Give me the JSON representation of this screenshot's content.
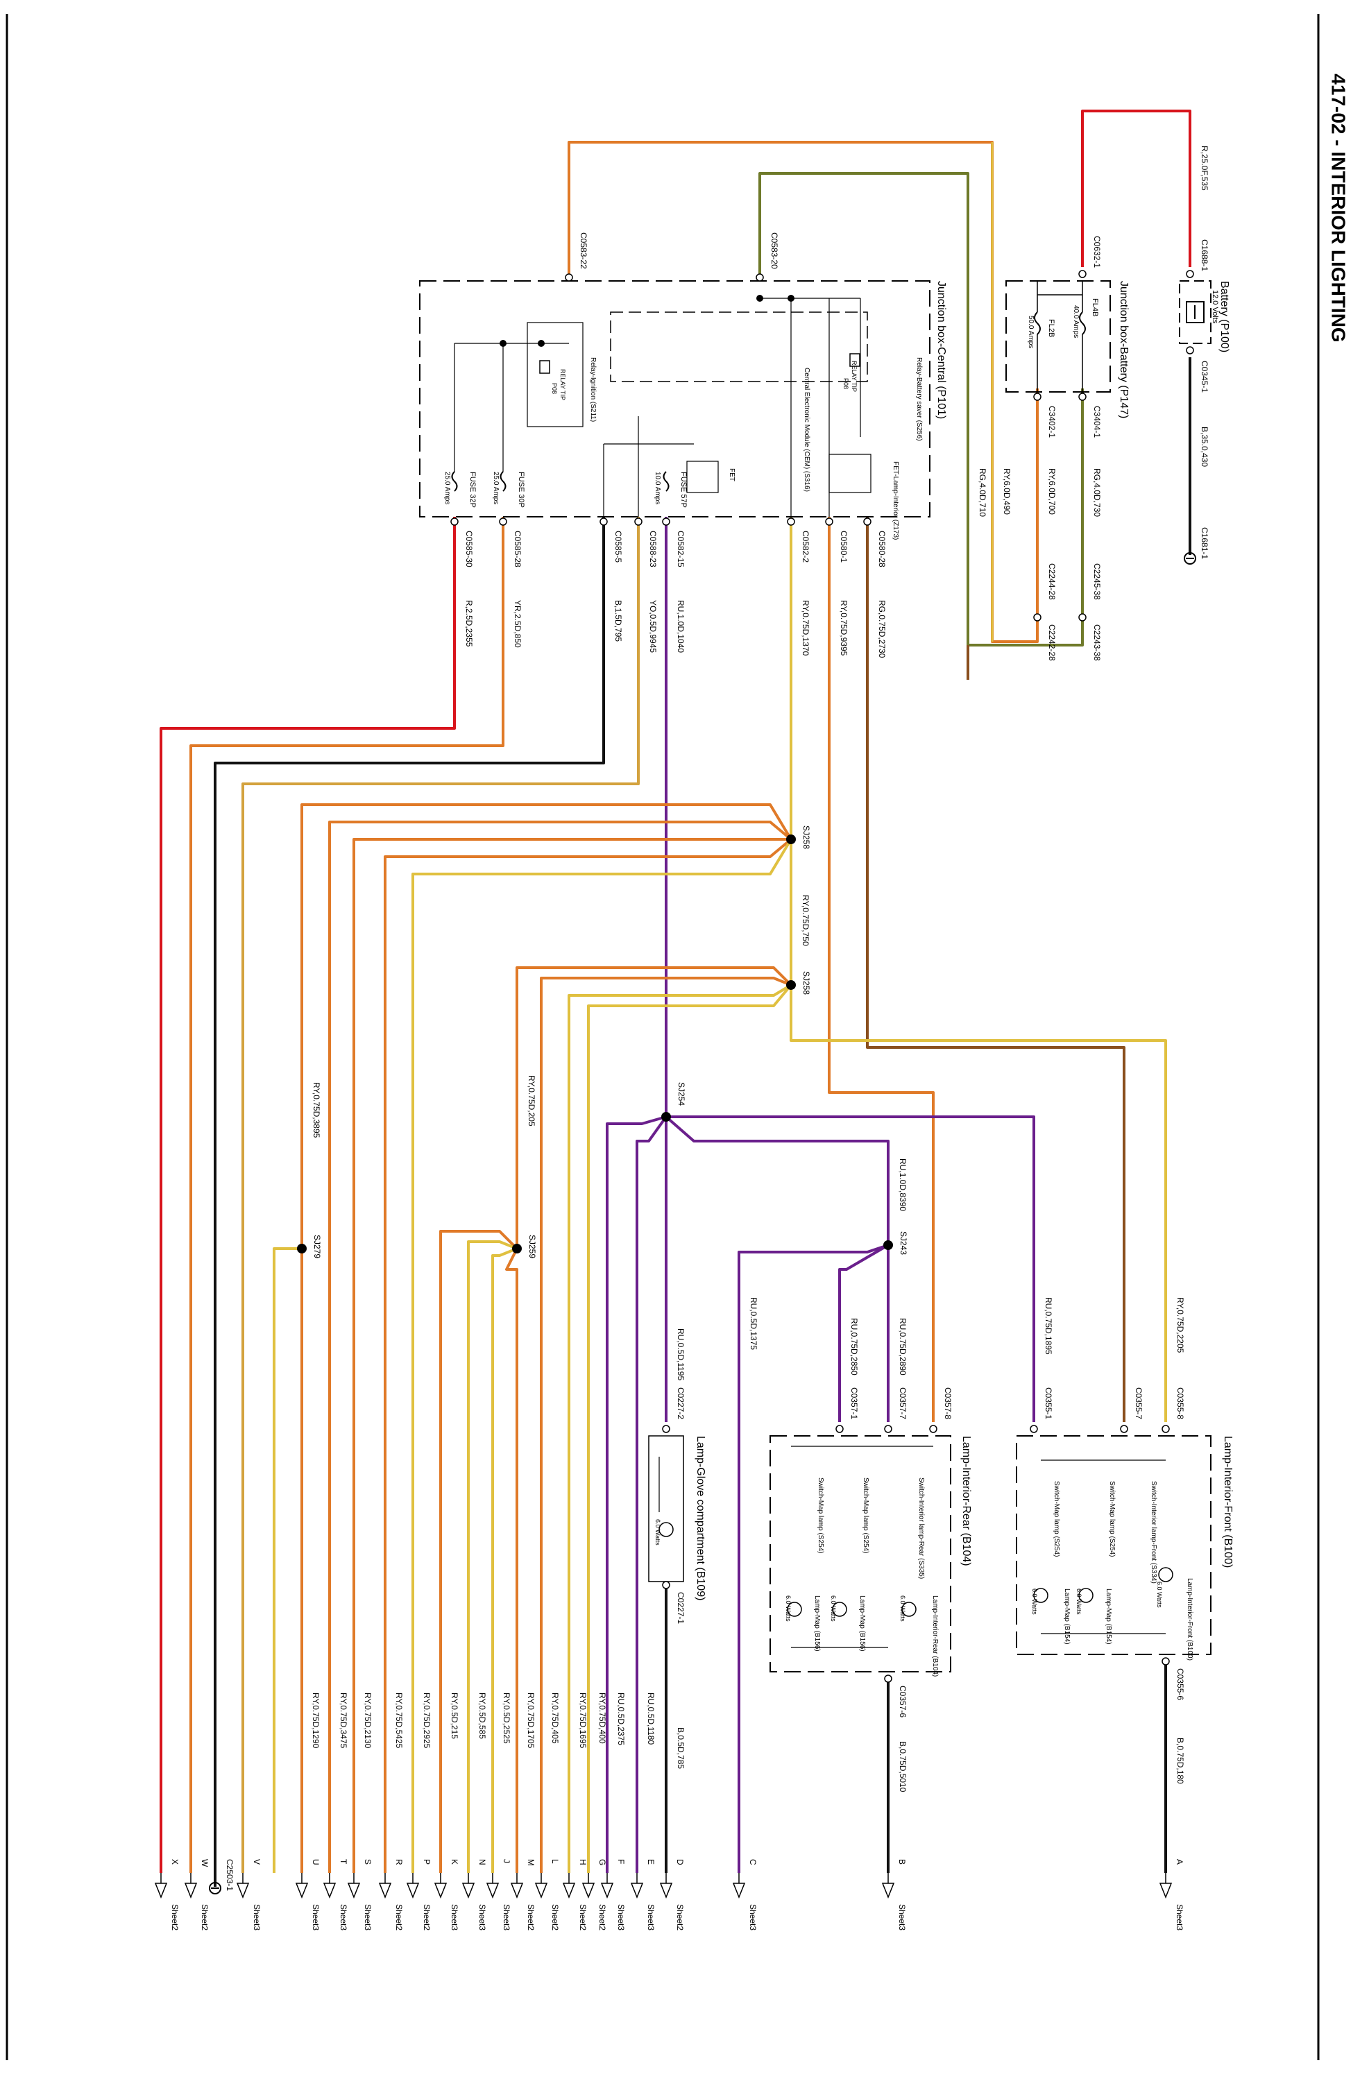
{
  "title": "417-02 - INTERIOR LIGHTING",
  "colors": {
    "red": "#d8141c",
    "orange": "#e07a28",
    "yellow": "#e0c040",
    "tan": "#d3a23e",
    "brown": "#8a4f1e",
    "green": "#6f7a2a",
    "purple": "#6a1f8c",
    "black": "#111111",
    "gray": "#333333"
  },
  "components": {
    "battery": {
      "name": "Battery (P100)",
      "voltage": "12.0 Volts"
    },
    "jb_battery": {
      "name": "Junction box-Battery (P147)",
      "fl4b": "FL4B",
      "fl4b_amps": "40.0 Amps",
      "fl2b": "FL2B",
      "fl2b_amps": "50.0 Amps"
    },
    "jb_central": {
      "name": "Junction box-Central (P101)",
      "relay_battery_saver": "Relay-Battery saver (S256)",
      "cem": "Central Electronic Module (CEM) (S316)",
      "relay_tip_1": "RELAY TIP",
      "relay_tip_1b": "P08",
      "relay_ignition": "Relay-Ignition (S211)",
      "relay_tip_2": "RELAY TIP",
      "relay_tip_2b": "P08",
      "fet_lamp": "FET-Lamp-Interior (Z173)",
      "fet": "FET",
      "fuse57p": "FUSE 57P",
      "fuse57p_amps": "10.0 Amps",
      "fuse30p": "FUSE 30P",
      "fuse30p_amps": "25.0 Amps",
      "fuse32p": "FUSE 32P",
      "fuse32p_amps": "25.0 Amps"
    },
    "lamp_front": {
      "name": "Lamp-Interior-Front (B100)",
      "switch_interior": "Switch-Interior lamp-Front (S334)",
      "switch_map1": "Switch-Map lamp (S254)",
      "switch_map2": "Switch-Map lamp (S254)",
      "lamp_interior": "Lamp-Interior-Front (B100)",
      "lamp_interior_w": "6.0 Watts",
      "lamp_map1": "Lamp-Map (B154)",
      "lamp_map1_w": "6.0 Watts",
      "lamp_map2": "Lamp-Map (B154)",
      "lamp_map2_w": "6.0 Watts"
    },
    "lamp_rear": {
      "name": "Lamp-Interior-Rear (B104)",
      "switch_interior": "Switch-Interior lamp-Rear (S335)",
      "switch_map1": "Switch-Map lamp (S254)",
      "switch_map2": "Switch-Map lamp (S254)",
      "lamp_interior": "Lamp-Interior-Rear (B104)",
      "lamp_interior_w": "6.0 Watts",
      "lamp_map1": "Lamp-Map (B156)",
      "lamp_map1_w": "6.0 Watts",
      "lamp_map2": "Lamp-Map (B156)",
      "lamp_map2_w": "6.0 Watts"
    },
    "lamp_glove": {
      "name": "Lamp-Glove compartment (B109)",
      "watts": "6.0 Watts"
    }
  },
  "connectors": {
    "c1688_1": "C1688-1",
    "c0345_1": "C0345-1",
    "c1681_1": "C1681-1",
    "c0632_1": "C0632-1",
    "c3404_1": "C3404-1",
    "c3402_1": "C3402-1",
    "c2243_38": "C2243-38",
    "c2245_38": "C2245-38",
    "c2244_28": "C2244-28",
    "c2242_28": "C2242-28",
    "c0583_22": "C0583-22",
    "c0583_20": "C0583-20",
    "c0580_28": "C0580-28",
    "c0580_1": "C0580-1",
    "c0582_2": "C0582-2",
    "c0582_15": "C0582-15",
    "c0588_23": "C0588-23",
    "c0585_5": "C0585-5",
    "c0585_28": "C0585-28",
    "c0585_30": "C0585-30",
    "c0355_8": "C0355-8",
    "c0355_7": "C0355-7",
    "c0355_1": "C0355-1",
    "c0355_6": "C0355-6",
    "c0357_8": "C0357-8",
    "c0357_7": "C0357-7",
    "c0357_1": "C0357-1",
    "c0357_6": "C0357-6",
    "c0227_2": "C0227-2",
    "c0227_1": "C0227-1",
    "c2503_1": "C2503-1"
  },
  "splices": {
    "sj258a": "SJ258",
    "sj258b": "SJ258",
    "sj254": "SJ254",
    "sj243": "SJ243",
    "sj279": "SJ279",
    "sj259": "SJ259"
  },
  "wires": {
    "w_r535": "R,25.0F,535",
    "w_b430": "B,35.0,430",
    "w_rg730": "RG,4.0D,730",
    "w_ry700": "RY,6.0D,700",
    "w_ry490": "RY,6.0D,490",
    "w_rg710": "RG,4.0D,710",
    "w_rg2730": "RG,0.75D,2730",
    "w_ry9395": "RY,0.75D,9395",
    "w_ry1370": "RY,0.75D,1370",
    "w_ru1040": "RU,1.0D,1040",
    "w_yo9945": "YO,0.5D,9945",
    "w_b795": "B,1.5D,795",
    "w_yr850": "YR,2.5D,850",
    "w_r2355": "R,2.5D,2355",
    "w_ry750": "RY,0.75D,750",
    "w_ry3895": "RY,0.75D,3895",
    "w_ry205": "RY,0.75D,205",
    "w_ru8390": "RU,1.0D,8390",
    "w_ry2205": "RY,0.75D,2205",
    "w_ru1895": "RU,0.75D,1895",
    "w_ru2890": "RU,0.75D,2890",
    "w_ru2850": "RU,0.75D,2850",
    "w_ru1375": "RU,0.5D,1375",
    "w_ru1195": "RU,0.5D,1195",
    "w_b180": "B,0.75D,180",
    "w_b5010": "B,0.75D,5010",
    "w_b785": "B,0.5D,785"
  },
  "outputs": [
    {
      "letter": "A",
      "wire": "",
      "sheet": "Sheet3"
    },
    {
      "letter": "B",
      "wire": "",
      "sheet": "Sheet3"
    },
    {
      "letter": "C",
      "wire": "",
      "sheet": "Sheet3"
    },
    {
      "letter": "D",
      "wire": "",
      "sheet": "Sheet2"
    },
    {
      "letter": "E",
      "wire": "RU,0.5D,1180",
      "sheet": "Sheet3"
    },
    {
      "letter": "F",
      "wire": "RU,0.5D,2375",
      "sheet": "Sheet3"
    },
    {
      "letter": "G",
      "wire": "RY,0.75D,400",
      "sheet": "Sheet2"
    },
    {
      "letter": "H",
      "wire": "RY,0.75D,1695",
      "sheet": "Sheet2"
    },
    {
      "letter": "L",
      "wire": "RY,0.75D,405",
      "sheet": "Sheet2"
    },
    {
      "letter": "M",
      "wire": "RY,0.75D,1705",
      "sheet": "Sheet2"
    },
    {
      "letter": "J",
      "wire": "RY,0.5D,2525",
      "sheet": "Sheet3"
    },
    {
      "letter": "N",
      "wire": "RY,0.5D,585",
      "sheet": "Sheet3"
    },
    {
      "letter": "K",
      "wire": "RY,0.5D,215",
      "sheet": "Sheet3"
    },
    {
      "letter": "P",
      "wire": "RY,0.75D,2925",
      "sheet": "Sheet2"
    },
    {
      "letter": "R",
      "wire": "RY,0.75D,5425",
      "sheet": "Sheet2"
    },
    {
      "letter": "S",
      "wire": "RY,0.75D,2130",
      "sheet": "Sheet3"
    },
    {
      "letter": "T",
      "wire": "RY,0.75D,3475",
      "sheet": "Sheet3"
    },
    {
      "letter": "U",
      "wire": "RY,0.75D,1290",
      "sheet": "Sheet3"
    },
    {
      "letter": "V",
      "wire": "",
      "sheet": "Sheet3"
    },
    {
      "letter": "W",
      "wire": "",
      "sheet": "Sheet2"
    },
    {
      "letter": "X",
      "wire": "",
      "sheet": "Sheet2"
    }
  ]
}
